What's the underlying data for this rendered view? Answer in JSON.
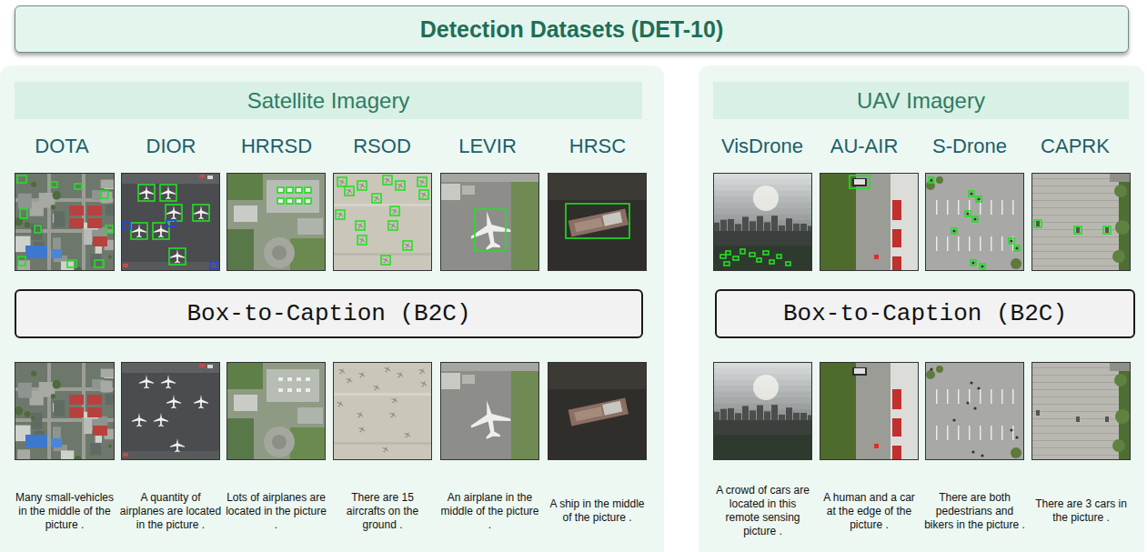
{
  "diagram": {
    "title": "Detection Datasets (DET-10)",
    "nodes": [
      {
        "text": [
          "Satellite Imagery"
        ]
      },
      {
        "text": [
          "Box-to-Caption (B2C)"
        ],
        "in": 0
      },
      {
        "text": [
          "UAV Imagery"
        ]
      },
      {
        "text": [
          "Box-to-Caption (B2C)"
        ],
        "in": 2
      }
    ],
    "labels": [
      "DOTA",
      "DIOR",
      "HRRSD",
      "RSOD",
      "LEVIR",
      "HRSC",
      "VisDrone",
      "AU-AIR",
      "S-Drone",
      "CAPRK",
      "Many small-vehicles in the middle of the picture .",
      "A quantity of airplanes are located in the picture .",
      "Lots of airplanes are located in the picture .",
      "There are 15 aircrafts on the ground .",
      "An airplane in the middle of the picture .",
      "A ship in the middle of the picture .",
      "A crowd of cars are located in this remote sensing picture .",
      "A human and a car at the edge of the picture .",
      "There are both pedestrians and bikers in the picture .",
      "There are 3 cars in the picture ."
    ]
  }
}
